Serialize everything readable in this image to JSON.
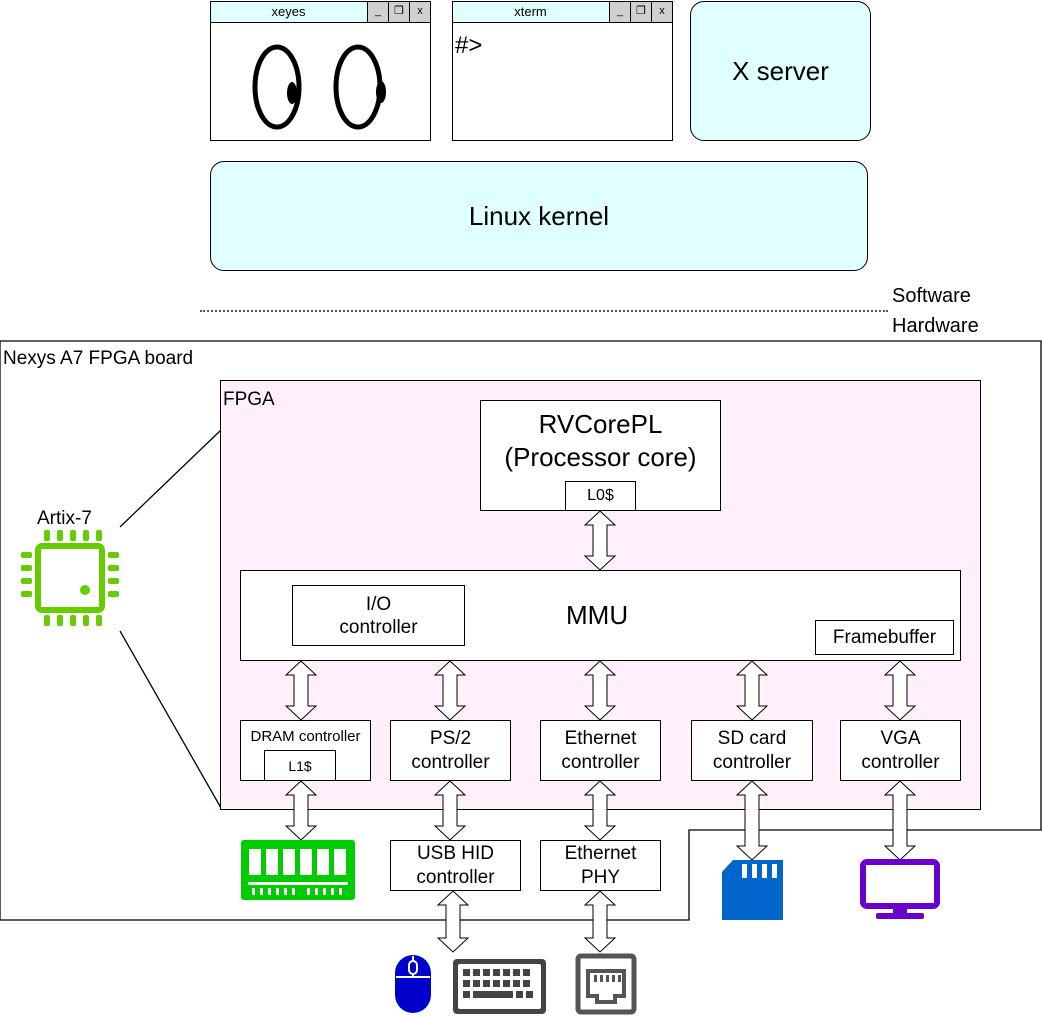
{
  "software": {
    "xeyes": {
      "title": "xeyes"
    },
    "xterm": {
      "title": "xterm",
      "prompt": "#>"
    },
    "window_buttons": {
      "minimize": "_",
      "restore": "❐",
      "close": "x"
    },
    "xserver": "X server",
    "kernel": "Linux kernel"
  },
  "divider": {
    "software_label": "Software",
    "hardware_label": "Hardware"
  },
  "board": {
    "label": "Nexys A7 FPGA board",
    "chip_label": "Artix-7"
  },
  "fpga": {
    "label": "FPGA",
    "core_title": "RVCorePL\n(Processor core)",
    "core_cache": "L0$",
    "mmu": "MMU",
    "io_controller": "I/O\ncontroller",
    "framebuffer": "Framebuffer",
    "controllers": {
      "dram": "DRAM controller",
      "dram_cache": "L1$",
      "ps2": "PS/2\ncontroller",
      "ethernet": "Ethernet\ncontroller",
      "sdcard": "SD  card\ncontroller",
      "vga": "VGA\ncontroller"
    }
  },
  "external": {
    "usb_hid": "USB HID\ncontroller",
    "ethernet_phy": "Ethernet\nPHY"
  },
  "colors": {
    "software_fill": "#e0ffff",
    "fpga_fill": "#fff0fc",
    "chip_green": "#66cc00",
    "ram_green": "#00cc00",
    "sd_blue": "#0066cc",
    "monitor_purple": "#6a00cc",
    "mouse_blue": "#0000cc",
    "keyboard_gray": "#444444"
  },
  "icons": [
    "fpga-chip-icon",
    "ram-module-icon",
    "sd-card-icon",
    "monitor-icon",
    "mouse-icon",
    "keyboard-icon",
    "ethernet-port-icon"
  ]
}
